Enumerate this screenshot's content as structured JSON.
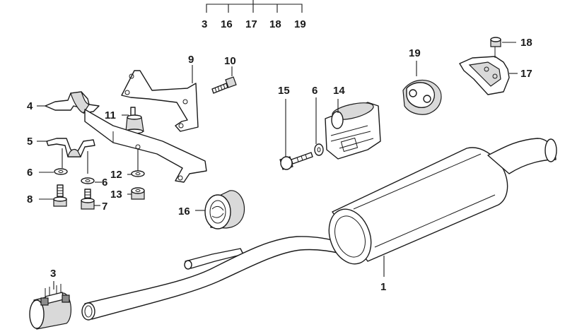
{
  "diagram": {
    "type": "exploded-parts-diagram",
    "subject": "exhaust system with rear silencer and mounting hardware"
  },
  "callouts": {
    "c1": "1",
    "c3": "3",
    "c4": "4",
    "c5": "5",
    "c6a": "6",
    "c6b": "6",
    "c6c": "6",
    "c7": "7",
    "c8": "8",
    "c9": "9",
    "c10": "10",
    "c11": "11",
    "c12": "12",
    "c13": "13",
    "c14": "14",
    "c15": "15",
    "c16": "16",
    "c17": "17",
    "c18": "18",
    "c19": "19"
  },
  "top_group": {
    "labels": [
      "3",
      "16",
      "17",
      "18",
      "19"
    ]
  }
}
